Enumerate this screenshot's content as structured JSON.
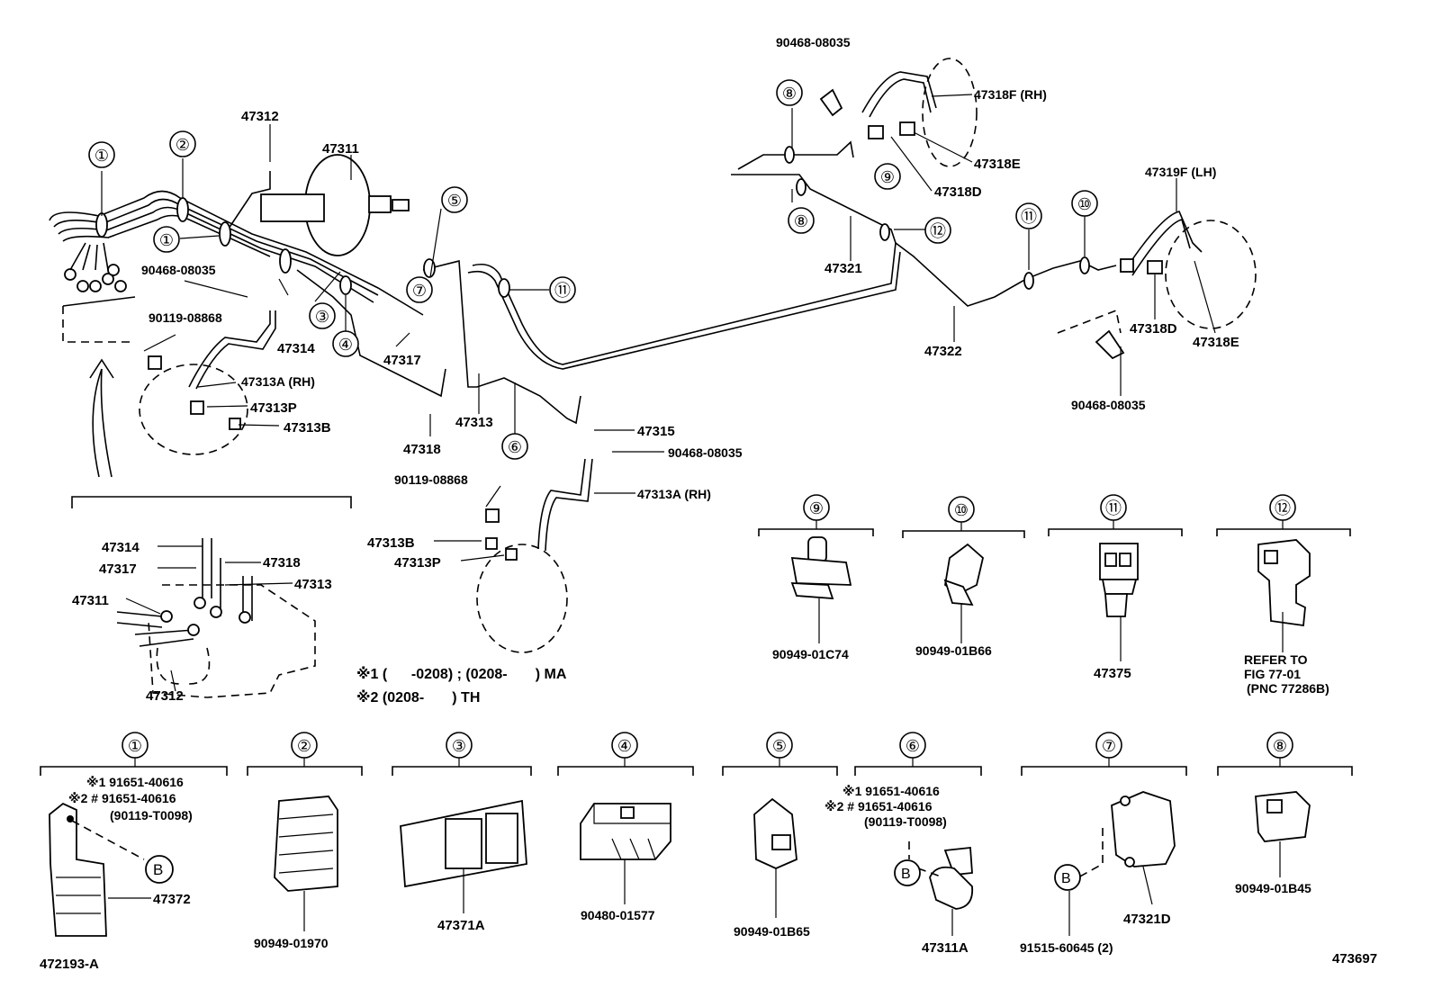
{
  "labels": {
    "p47312_top": "47312",
    "p47311_top": "47311",
    "p90468_left": "90468-08035",
    "p90119_left": "90119-08868",
    "p47314": "47314",
    "p47313A_left": "47313A (RH)",
    "p47313P_left": "47313P",
    "p47313B_left": "47313B",
    "p47317": "47317",
    "p47318": "47318",
    "p47313": "47313",
    "p47315": "47315",
    "p90468_mid": "90468-08035",
    "p90119_mid": "90119-08868",
    "p47313A_mid": "47313A (RH)",
    "p47313B_mid": "47313B",
    "p47313P_mid": "47313P",
    "p90468_top": "90468-08035",
    "p47318F": "47318F (RH)",
    "p47318E_top": "47318E",
    "p47318D_top": "47318D",
    "p47321": "47321",
    "p47322": "47322",
    "p47319F": "47319F (LH)",
    "p47318D_right": "47318D",
    "p47318E_right": "47318E",
    "p90468_right": "90468-08035",
    "in_47314": "47314",
    "in_47317": "47317",
    "in_47318": "47318",
    "in_47313": "47313",
    "in_47311": "47311",
    "in_47312": "47312",
    "note1": "※1 (      -0208) ; (0208-       ) MA",
    "note2": "※2 (0208-       ) TH",
    "c9_part": "90949-01C74",
    "c10_part": "90949-01B66",
    "c11_part": "47375",
    "c12_ref1": "REFER TO",
    "c12_ref2": "FIG 77-01",
    "c12_ref3": "(PNC 77286B)",
    "c1_n1": "※1 91651-40616",
    "c1_n2": "※2 # 91651-40616",
    "c1_n3": "(90119-T0098)",
    "c1_part": "47372",
    "c2_part": "90949-01970",
    "c3_part": "47371A",
    "c4_part": "90480-01577",
    "c5_part": "90949-01B65",
    "c6_n1": "※1 91651-40616",
    "c6_n2": "※2 # 91651-40616",
    "c6_n3": "(90119-T0098)",
    "c6_part": "47311A",
    "c7_part": "91515-60645 (2)",
    "c7_part2": "47321D",
    "c8_part": "90949-01B45",
    "fig_left": "472193-A",
    "fig_right": "473697",
    "b_label": "B"
  },
  "callouts": {
    "n1": "①",
    "n2": "②",
    "n3": "③",
    "n4": "④",
    "n5": "⑤",
    "n6": "⑥",
    "n7": "⑦",
    "n8": "⑧",
    "n9": "⑨",
    "n10": "⑩",
    "n11": "⑪",
    "n12": "⑫"
  },
  "colors": {
    "ink": "#000000",
    "paper": "#ffffff"
  }
}
